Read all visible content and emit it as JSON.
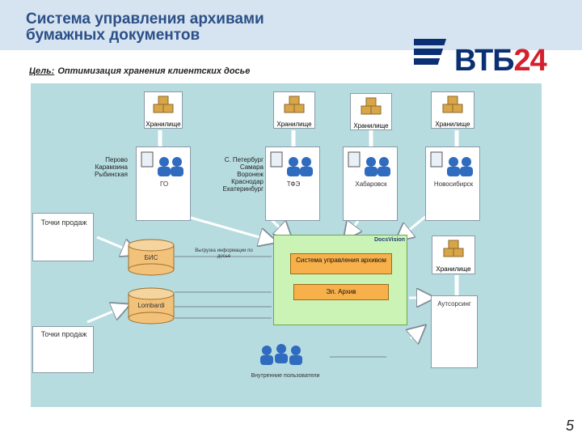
{
  "slide": {
    "title": "Система управления архивами\nбумажных документов",
    "goal_label": "Цель:",
    "goal_text": "Оптимизация хранения клиентских досье",
    "page_number": "5"
  },
  "brand": {
    "name": "ВТБ",
    "number": "24",
    "primary_color": "#0b2f73",
    "accent_color": "#d4202c"
  },
  "diagram": {
    "storages": [
      "Хранилище",
      "Хранилище",
      "Хранилище",
      "Хранилище"
    ],
    "right_storage": "Хранилище",
    "regions": [
      {
        "cities": "Перово\nКарамзина\nРыбинская",
        "office": "ГО"
      },
      {
        "cities": "С. Петербург\nСамара\nВоронеж\nКраснодар\nЕкатеринбург",
        "office": "ТФЭ"
      },
      {
        "cities": "",
        "office": "Хабаровск"
      },
      {
        "cities": "",
        "office": "Новосибирск"
      }
    ],
    "sales_points_top": "Точки продаж",
    "sales_points_bottom": "Точки продаж",
    "bis": "БИС",
    "lombardi": "Lombardi",
    "docsvision": "DocsVision",
    "system": "Система управления архивом",
    "el_archive": "Эл. Архив",
    "outsourcing": "Аутсорсинг",
    "internal_users": "Внутренние пользователи",
    "flows": {
      "bis_to_system": "Выгрузка информации по досье"
    }
  }
}
